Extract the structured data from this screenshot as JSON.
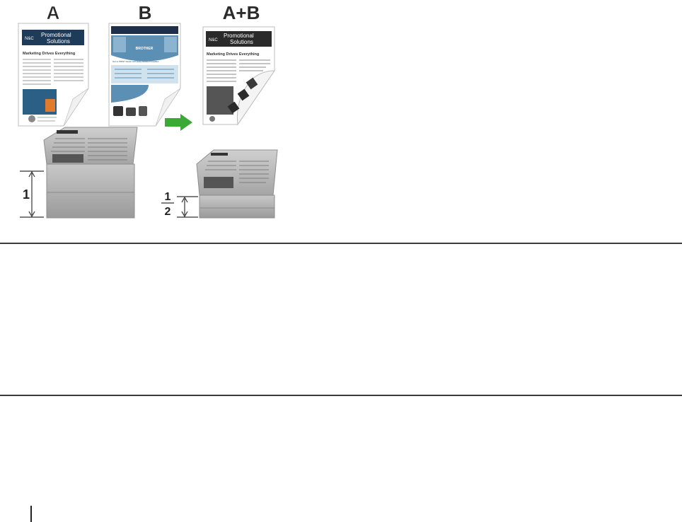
{
  "figure": {
    "labels": {
      "a": "A",
      "b": "B",
      "ab": "A+B"
    },
    "sheet_a": {
      "banner_line1": "Promotional",
      "banner_line2": "Solutions",
      "logo": "N&C",
      "heading": "Marketing Drives Everything"
    },
    "sheet_b": {
      "logo": "BROTHER",
      "subheading": "Get to PRINT Faster with Easy Access Printables"
    },
    "stack_labels": {
      "one": "1",
      "half_num": "1",
      "half_den": "2"
    }
  },
  "colors": {
    "accent_arrow": "#3aa935",
    "banner": "#2a2a2a",
    "sheet_b_wave": "#5b8fb4",
    "paper": "#ffffff",
    "stack": "#9a9a9a"
  }
}
